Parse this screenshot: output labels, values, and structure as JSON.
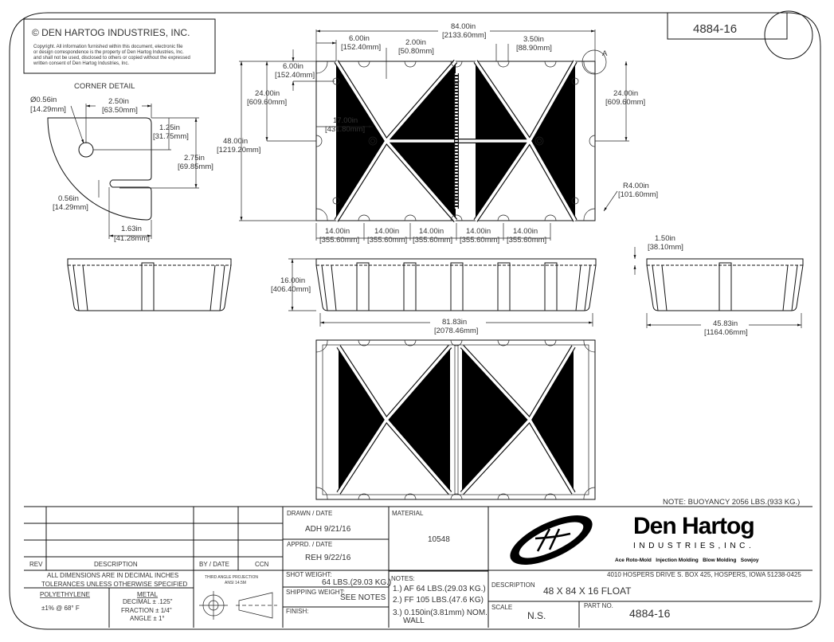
{
  "company_box": {
    "title": "© DEN HARTOG INDUSTRIES, INC.",
    "copyright_lines": [
      "Copyright. All information furnished within this document, electronic file",
      "or design correspondence is the property of Den Hartog Industries, Inc.",
      "and shall not be used, disclosed to others or copied without the expressed",
      "written consent of Den Hartog Industries, Inc."
    ]
  },
  "part_number_header": "4884-16",
  "corner_detail": {
    "title": "CORNER DETAIL",
    "hole_dia": [
      "Ø0.56in",
      "[14.29mm]"
    ],
    "width": [
      "2.50in",
      "[63.50mm]"
    ],
    "hole_offset": [
      "1.25in",
      "[31.75mm]"
    ],
    "slot_offset": [
      "2.75in",
      "[69.85mm]"
    ],
    "slot_width": [
      "0.56in",
      "[14.29mm]"
    ],
    "slot_depth": [
      "1.63in",
      "[41.28mm]"
    ]
  },
  "top_view": {
    "overall_length": [
      "84.00in",
      "[2133.60mm]"
    ],
    "end_offset": [
      "6.00in",
      "[152.40mm]"
    ],
    "rib_offset": [
      "2.00in",
      "[50.80mm]"
    ],
    "slot_spacing": [
      "3.50in",
      "[88.90mm]"
    ],
    "detail_ref": "A",
    "top_offset": [
      "6.00in",
      "[152.40mm]"
    ],
    "half_width_left": [
      "24.00in",
      "[609.60mm]"
    ],
    "overall_width": [
      "48.00in",
      "[1219.20mm]"
    ],
    "boss_offset": [
      "17.00in",
      "[431.80mm]"
    ],
    "half_width_right": [
      "24.00in",
      "[609.60mm]"
    ],
    "corner_radius": [
      "R4.00in",
      "[101.60mm]"
    ],
    "spacings": [
      [
        "14.00in",
        "[355.60mm]"
      ],
      [
        "14.00in",
        "[355.60mm]"
      ],
      [
        "14.00in",
        "[355.60mm]"
      ],
      [
        "14.00in",
        "[355.60mm]"
      ],
      [
        "14.00in",
        "[355.60mm]"
      ]
    ]
  },
  "side_view": {
    "height": [
      "16.00in",
      "[406.40mm]"
    ],
    "bottom_length": [
      "81.83in",
      "[2078.46mm]"
    ]
  },
  "end_view": {
    "lip": [
      "1.50in",
      "[38.10mm]"
    ],
    "bottom_width": [
      "45.83in",
      "[1164.06mm]"
    ]
  },
  "buoyancy_note": "NOTE: BUOYANCY 2056 LBS.(933 KG.)",
  "title_block": {
    "rev_headers": [
      "REV",
      "DESCRIPTION",
      "BY / DATE",
      "CCN"
    ],
    "dims_note": [
      "ALL DIMENSIONS ARE IN DECIMAL INCHES",
      "TOLERANCES UNLESS OTHERWISE SPECIFIED"
    ],
    "polyethylene_label": "POLYETHYLENE",
    "polyethylene_tol": "±1% @ 68° F",
    "metal_label": "METAL",
    "metal_tols": [
      "DECIMAL ± .125\"",
      "FRACTION ± 1/4\"",
      "ANGLE ± 1°"
    ],
    "projection": [
      "THIRD ANGLE PROJECTION",
      "ANSI 14.5M"
    ],
    "drawn_label": "DRAWN / DATE",
    "drawn_value": "ADH 9/21/16",
    "apprd_label": "APPRD. / DATE",
    "apprd_value": "REH 9/22/16",
    "shot_weight_label": "SHOT WEIGHT:",
    "shot_weight_value": "64 LBS.(29.03 KG.)",
    "shipping_weight_label": "SHIPPING WEIGHT:",
    "shipping_weight_value": "SEE NOTES",
    "finish_label": "FINISH:",
    "material_label": "MATERIAL",
    "material_value": "10548",
    "notes_label": "NOTES:",
    "notes": [
      "1.) AF 64 LBS.(29.03 KG.)",
      "2.) FF 105 LBS.(47.6 KG)",
      "3.) 0.150in(3.81mm) NOM.",
      "WALL"
    ],
    "logo_name": "Den Hartog",
    "logo_sub": "INDUSTRIES,INC.",
    "logo_divisions": "Ace Roto-Mold   Injection Molding   Blow Molding   Sowjoy",
    "address": "4010 HOSPERS DRIVE S.  BOX 425, HOSPERS, IOWA 51238-0425",
    "description_label": "DESCRIPTION",
    "description_value": "48 X 84 X 16 FLOAT",
    "scale_label": "SCALE",
    "scale_value": "N.S.",
    "part_no_label": "PART NO.",
    "part_no_value": "4884-16"
  }
}
